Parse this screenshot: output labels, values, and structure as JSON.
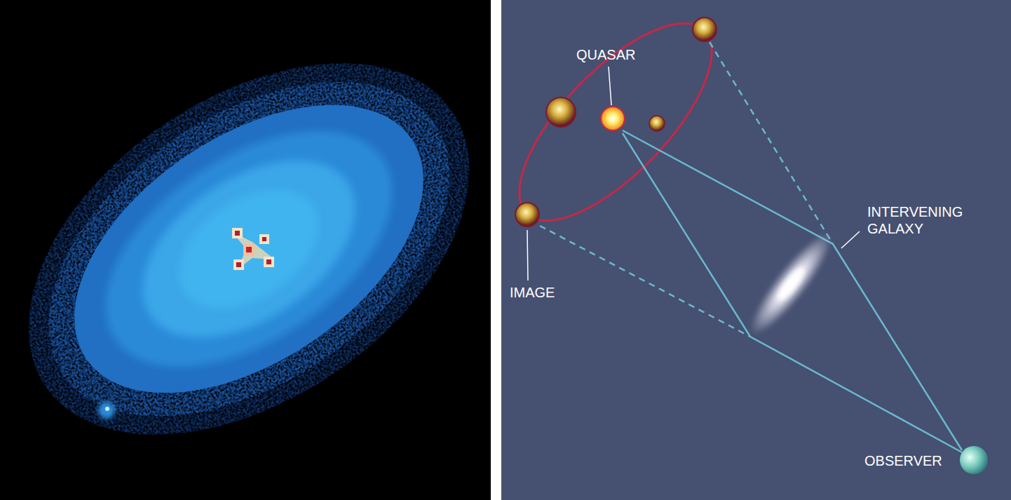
{
  "diagram": {
    "labels": [
      "QUASAR",
      "INTERVENING GALAXY",
      "IMAGE",
      "OBSERVER"
    ]
  }
}
